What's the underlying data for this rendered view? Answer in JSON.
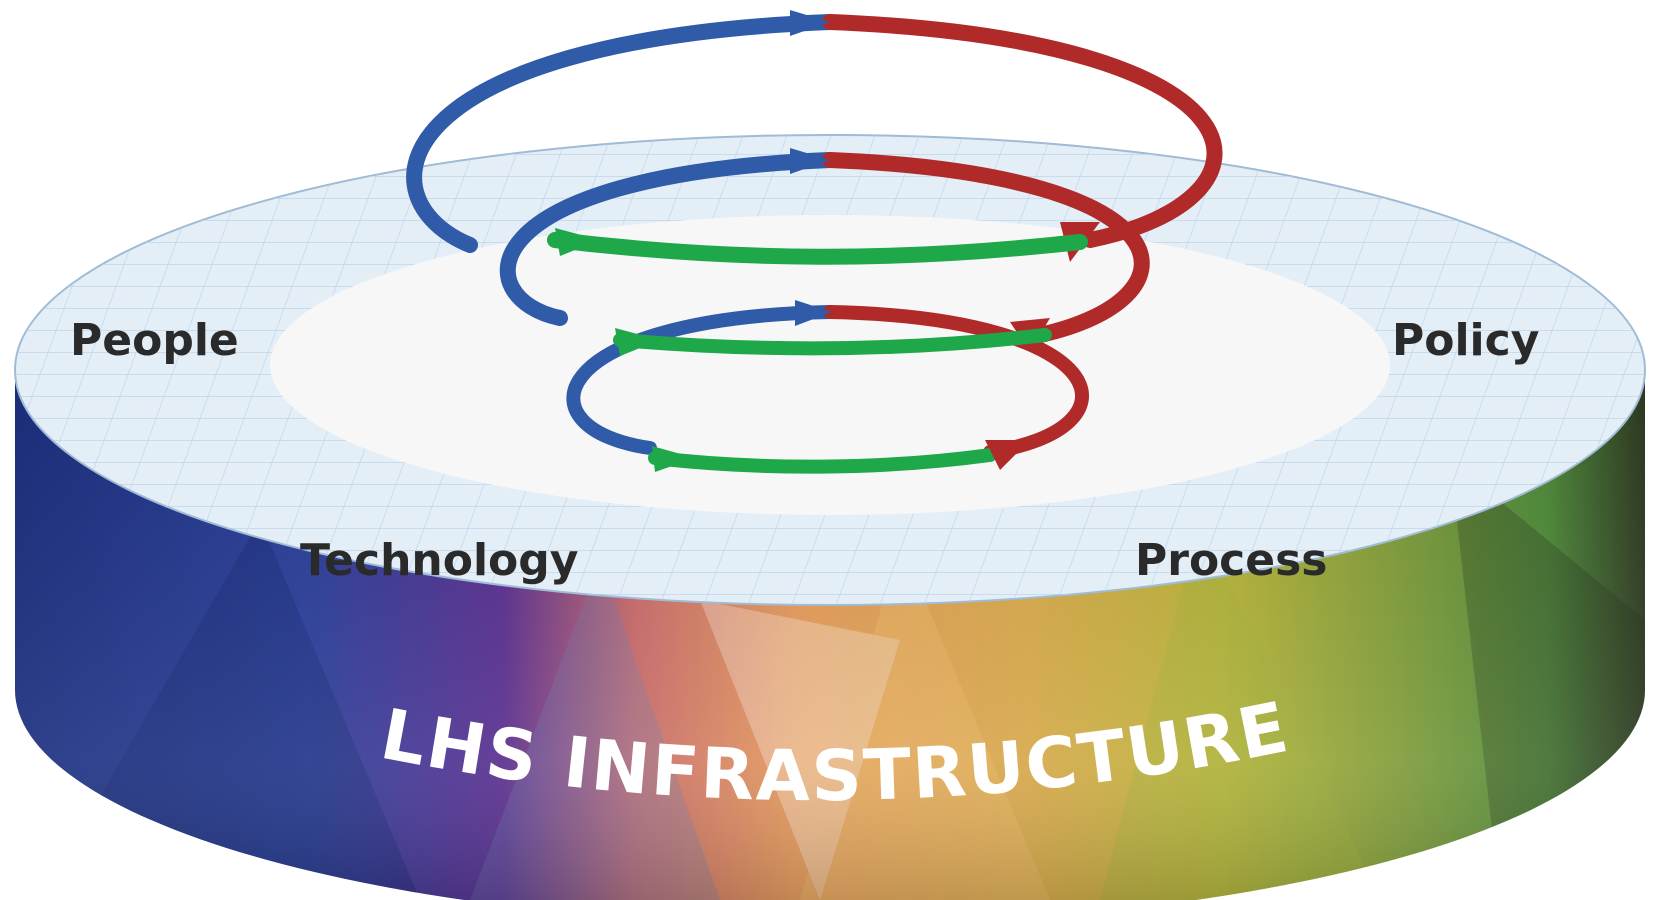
{
  "diagram": {
    "labels": {
      "people": "People",
      "policy": "Policy",
      "technology": "Technology",
      "process": "Process"
    },
    "band_title": "LHS INFRASTRUCTURE",
    "colors": {
      "cycle_blue": "#2f5ba8",
      "cycle_red": "#b02a2a",
      "cycle_green": "#1fa84a",
      "platform_top": "#e3eef7",
      "platform_grid": "#b9d0e6",
      "inner_disc": "#f7f7f7"
    },
    "loops": 3
  }
}
